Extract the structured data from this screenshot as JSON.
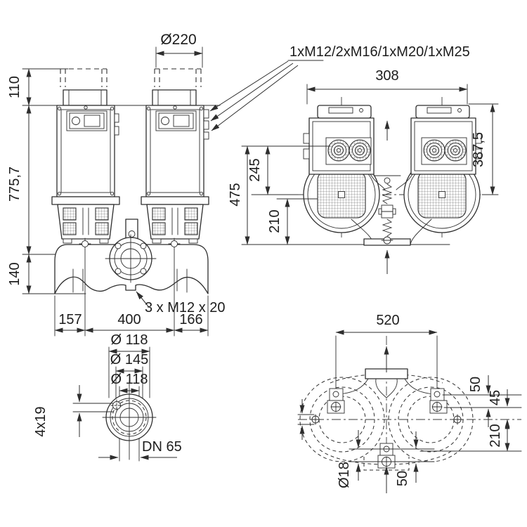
{
  "drawing": {
    "kind": "pump-dimensional-drawing",
    "line_color": "#2e2e2e",
    "background": "#ffffff",
    "labels": {
      "front": {
        "clearance_diameter": "Ø220",
        "clearance_height": "110",
        "unit_height": "775,7",
        "base_height": "140",
        "plug_note": "3 x M12 x 20",
        "width_left": "157",
        "width_center": "400",
        "width_right": "166"
      },
      "side": {
        "cable_glands": "1xM12/2xM16/1xM20/1xM25",
        "width": "308",
        "height_to_top": "387,5",
        "overall_height": "475",
        "upper_offset": "245",
        "lower_offset": "210"
      },
      "flange": {
        "outer_diameter": "Ø 118",
        "bolt_circle": "Ø 145",
        "face_diameter": "Ø 118",
        "bolt_holes": "4x19",
        "nominal": "DN 65"
      },
      "plan": {
        "bolt_spacing": "520",
        "offset_top": "50",
        "offset_mid": "45",
        "offset_center": "210",
        "hole_diameter": "Ø18",
        "offset_bottom": "50"
      }
    }
  }
}
